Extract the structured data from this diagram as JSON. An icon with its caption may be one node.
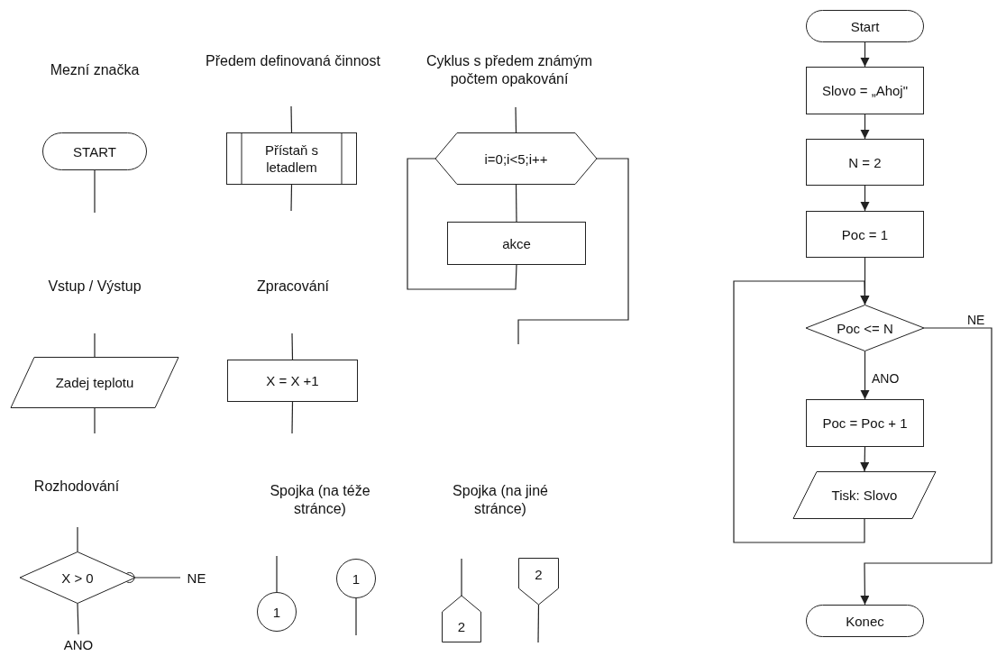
{
  "diagram": {
    "nodes": [
      {
        "text": [
          "START"
        ]
      },
      {
        "text": [
          "Přístaň s letadlem"
        ]
      },
      {
        "text": [
          "i=0;i<5;i++"
        ]
      },
      {
        "text": [
          "akce"
        ]
      },
      {
        "text": [
          "Zadej teplotu"
        ]
      },
      {
        "text": [
          "X = X +1"
        ]
      },
      {
        "text": [
          "X > 0"
        ]
      },
      {
        "text": [
          "NE"
        ]
      },
      {
        "text": [
          "ANO"
        ]
      },
      {
        "text": [
          "1"
        ]
      },
      {
        "text": [
          "1"
        ]
      },
      {
        "text": [
          "2"
        ]
      },
      {
        "text": [
          "2"
        ]
      },
      {
        "text": [
          "Start"
        ]
      },
      {
        "text": [
          "Slovo = „Ahoj\""
        ]
      },
      {
        "text": [
          "N = 2"
        ]
      },
      {
        "text": [
          "Poc = 1"
        ]
      },
      {
        "text": [
          "Poc <= N"
        ]
      },
      {
        "text": [
          "Poc = Poc + 1"
        ]
      },
      {
        "text": [
          "Tisk: Slovo"
        ]
      },
      {
        "text": [
          "Konec"
        ]
      }
    ],
    "edges": [
      {
        "from": 0,
        "to": null,
        "arrow": "none"
      },
      {
        "from": null,
        "to": 1,
        "arrow": "none"
      },
      {
        "from": 1,
        "to": null,
        "arrow": "none"
      },
      {
        "from": null,
        "to": 2,
        "arrow": "none"
      },
      {
        "from": 2,
        "to": 3,
        "arrow": "none"
      },
      {
        "from": 3,
        "to": 2,
        "arrow": "none"
      },
      {
        "from": 2,
        "to": null,
        "arrow": "none"
      },
      {
        "from": null,
        "to": 4,
        "arrow": "none"
      },
      {
        "from": 4,
        "to": null,
        "arrow": "none"
      },
      {
        "from": null,
        "to": 5,
        "arrow": "none"
      },
      {
        "from": 5,
        "to": null,
        "arrow": "none"
      },
      {
        "from": null,
        "to": 6,
        "arrow": "none"
      },
      {
        "from": 6,
        "to": 7,
        "arrow": "other"
      },
      {
        "from": 6,
        "to": 8,
        "arrow": "none"
      },
      {
        "from": null,
        "to": 9,
        "arrow": "none"
      },
      {
        "from": 10,
        "to": null,
        "arrow": "none"
      },
      {
        "from": null,
        "to": 11,
        "arrow": "none"
      },
      {
        "from": 12,
        "to": null,
        "arrow": "none"
      },
      {
        "from": 13,
        "to": 14,
        "arrow": "to"
      },
      {
        "from": 14,
        "to": 15,
        "arrow": "to"
      },
      {
        "from": 15,
        "to": 16,
        "arrow": "to"
      },
      {
        "from": 16,
        "to": 17,
        "arrow": "to"
      },
      {
        "from": 17,
        "to": 18,
        "arrow": "to",
        "label": "ANO"
      },
      {
        "from": 18,
        "to": 19,
        "arrow": "to"
      },
      {
        "from": 19,
        "to": 17,
        "arrow": "to"
      },
      {
        "from": 17,
        "to": 20,
        "arrow": "to",
        "label": "NE"
      }
    ],
    "labels": [
      "Mezní značka",
      "Předem definovaná činnost",
      "Cyklus s předem známým počtem opakování",
      "Vstup / Výstup",
      "Zpracování",
      "Rozhodování",
      "Spojka (na téže stránce)",
      "Spojka (na jiné stránce)"
    ]
  }
}
